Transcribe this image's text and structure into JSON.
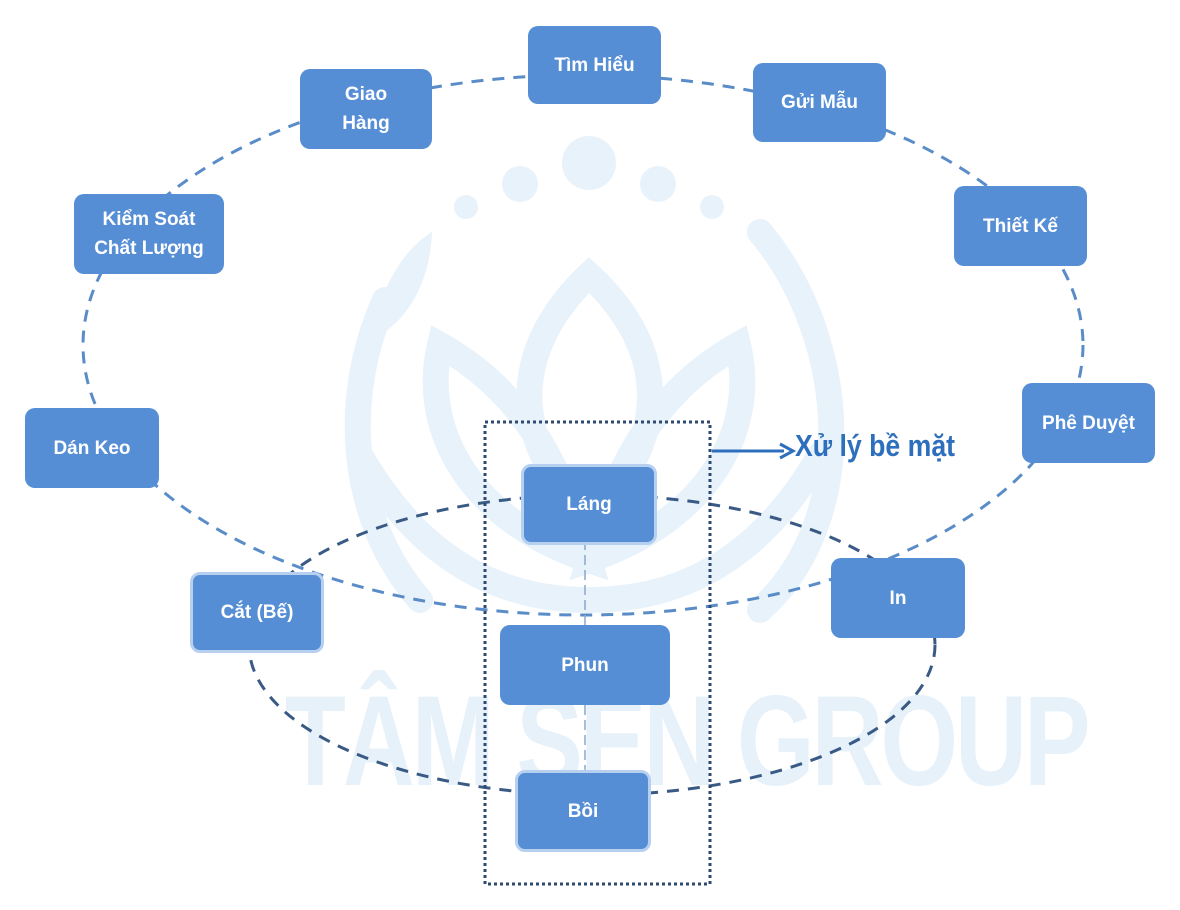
{
  "watermark": {
    "text": "TÂM SEN GROUP",
    "icon": "lotus-logo-icon"
  },
  "colors": {
    "node_fill": "#558ed5",
    "node_text": "#ffffff",
    "outer_cycle_line": "#5a8cc8",
    "inner_cycle_line": "#3a5a86",
    "callout": "#2e6fbd",
    "watermark": "#e6f1fa"
  },
  "outer_cycle": {
    "nodes": [
      {
        "id": "tim-hieu",
        "label": "Tìm Hiểu"
      },
      {
        "id": "gui-mau",
        "label": "Gửi Mẫu"
      },
      {
        "id": "thiet-ke",
        "label": "Thiết Kế"
      },
      {
        "id": "phe-duyet",
        "label": "Phê Duyệt"
      },
      {
        "id": "in",
        "label": "In"
      },
      {
        "id": "cat-be",
        "label": "Cắt (Bế)"
      },
      {
        "id": "dan-keo",
        "label": "Dán Keo"
      },
      {
        "id": "kiem-soat",
        "label": "Kiểm Soát Chất Lượng"
      },
      {
        "id": "giao-hang",
        "label": "Giao Hàng"
      }
    ]
  },
  "surface_group": {
    "callout_label": "Xử lý bề mặt",
    "nodes": [
      {
        "id": "lang",
        "label": "Láng"
      },
      {
        "id": "phun",
        "label": "Phun"
      },
      {
        "id": "boi",
        "label": "Bồi"
      }
    ]
  }
}
